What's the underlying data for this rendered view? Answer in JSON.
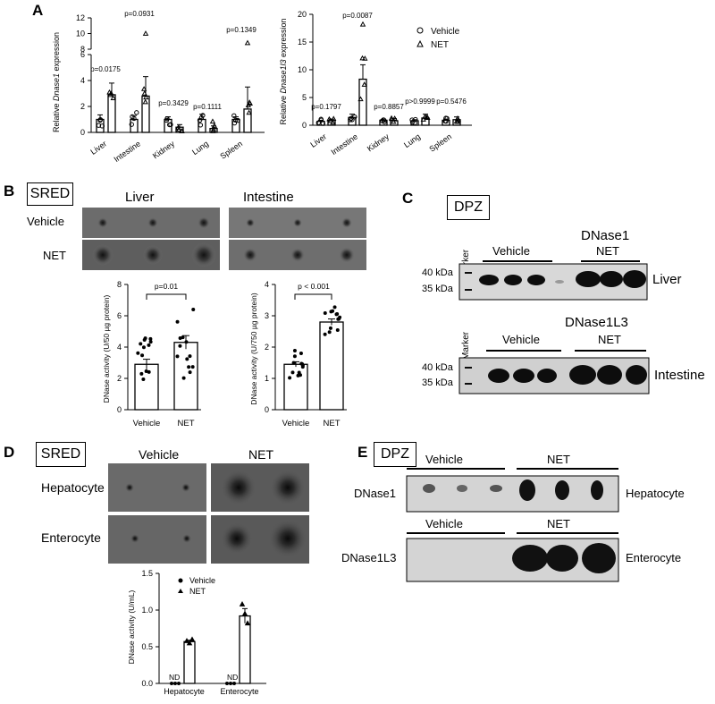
{
  "panels": {
    "a": "A",
    "b": "B",
    "c": "C",
    "d": "D",
    "e": "E"
  },
  "tags": {
    "sred_b": "SRED",
    "dpz_c": "DPZ",
    "sred_d": "SRED",
    "dpz_e": "DPZ"
  },
  "panelA": {
    "left": {
      "ylabel_pre": "Relative ",
      "ylabel_gene": "Dnase1",
      "ylabel_post": " expression",
      "yticks_low": [
        "0",
        "2",
        "4",
        "6"
      ],
      "yticks_high": [
        "8",
        "10",
        "12"
      ],
      "pvalues": [
        "p=0.0175",
        "p=0.0931",
        "p=0.3429",
        "p=0.1111",
        "p=0.1349"
      ]
    },
    "right": {
      "ylabel_pre": "Relative ",
      "ylabel_gene": "Dnase1l3",
      "ylabel_post": " expression",
      "yticks": [
        "0",
        "5",
        "10",
        "15",
        "20"
      ],
      "pvalues": [
        "p=0.1797",
        "p=0.0087",
        "p=0.8857",
        "p>0.9999",
        "p=0.5476"
      ]
    },
    "legend": {
      "vehicle": "Vehicle",
      "net": "NET"
    }
  },
  "panelB": {
    "liver_title": "Liver",
    "intestine_title": "Intestine",
    "row_vehicle": "Vehicle",
    "row_net": "NET",
    "liver_chart": {
      "ylabel": "DNase activity (U/50 µg protein)",
      "yticks": [
        "0",
        "2",
        "4",
        "6",
        "8"
      ],
      "pvalue": "p=0.01"
    },
    "intestine_chart": {
      "ylabel": "DNase activity (U/750 µg protein)",
      "yticks": [
        "0",
        "1",
        "2",
        "3",
        "4"
      ],
      "pvalue": "p < 0.001"
    },
    "xlabels": [
      "Vehicle",
      "NET"
    ]
  },
  "panelC": {
    "title1": "DNase1",
    "title2": "DNase1L3",
    "marker": "Marker",
    "vehicle": "Vehicle",
    "net": "NET",
    "kda40": "40 kDa",
    "kda35": "35 kDa",
    "tissue1": "Liver",
    "tissue2": "Intestine"
  },
  "panelD": {
    "col_vehicle": "Vehicle",
    "col_net": "NET",
    "row1": "Hepatocyte",
    "row2": "Enterocyte",
    "chart": {
      "ylabel": "DNase activity (U/mL)",
      "yticks": [
        "0.0",
        "0.5",
        "1.0",
        "1.5"
      ],
      "legend_vehicle": "Vehicle",
      "legend_net": "NET",
      "nd": "ND",
      "xlabels": [
        "Hepatocyte",
        "Enterocyte"
      ]
    }
  },
  "panelE": {
    "vehicle": "Vehicle",
    "net": "NET",
    "row1": "DNase1",
    "row2": "DNase1L3",
    "cell1": "Hepatocyte",
    "cell2": "Enterocyte"
  },
  "chart_data": [
    {
      "type": "bar",
      "categories": [
        "Liver",
        "Intestine",
        "Kidney",
        "Lung",
        "Spleen"
      ],
      "series": [
        {
          "name": "Vehicle",
          "values": [
            1.0,
            1.0,
            1.0,
            1.0,
            1.0
          ]
        },
        {
          "name": "NET",
          "values": [
            2.9,
            2.8,
            0.4,
            0.3,
            1.8
          ]
        }
      ],
      "ylabel": "Relative Dnase1 expression",
      "ylim": [
        0,
        12
      ]
    },
    {
      "type": "bar",
      "categories": [
        "Liver",
        "Intestine",
        "Kidney",
        "Lung",
        "Spleen"
      ],
      "series": [
        {
          "name": "Vehicle",
          "values": [
            0.7,
            1.4,
            0.9,
            0.8,
            0.9
          ]
        },
        {
          "name": "NET",
          "values": [
            0.9,
            8.3,
            0.8,
            1.3,
            1.0
          ]
        }
      ],
      "ylabel": "Relative Dnase1l3 expression",
      "ylim": [
        0,
        20
      ]
    },
    {
      "type": "bar",
      "categories": [
        "Vehicle",
        "NET"
      ],
      "values": [
        2.9,
        4.3
      ],
      "ylabel": "DNase activity (U/50 µg protein)",
      "ylim": [
        0,
        8
      ]
    },
    {
      "type": "bar",
      "categories": [
        "Vehicle",
        "NET"
      ],
      "values": [
        1.45,
        2.8
      ],
      "ylabel": "DNase activity (U/750 µg protein)",
      "ylim": [
        0,
        4
      ]
    },
    {
      "type": "bar",
      "categories": [
        "Hepatocyte",
        "Enterocyte"
      ],
      "series": [
        {
          "name": "Vehicle",
          "values": [
            0,
            0
          ]
        },
        {
          "name": "NET",
          "values": [
            0.57,
            0.92
          ]
        }
      ],
      "ylabel": "DNase activity (U/mL)",
      "ylim": [
        0,
        1.5
      ]
    }
  ]
}
